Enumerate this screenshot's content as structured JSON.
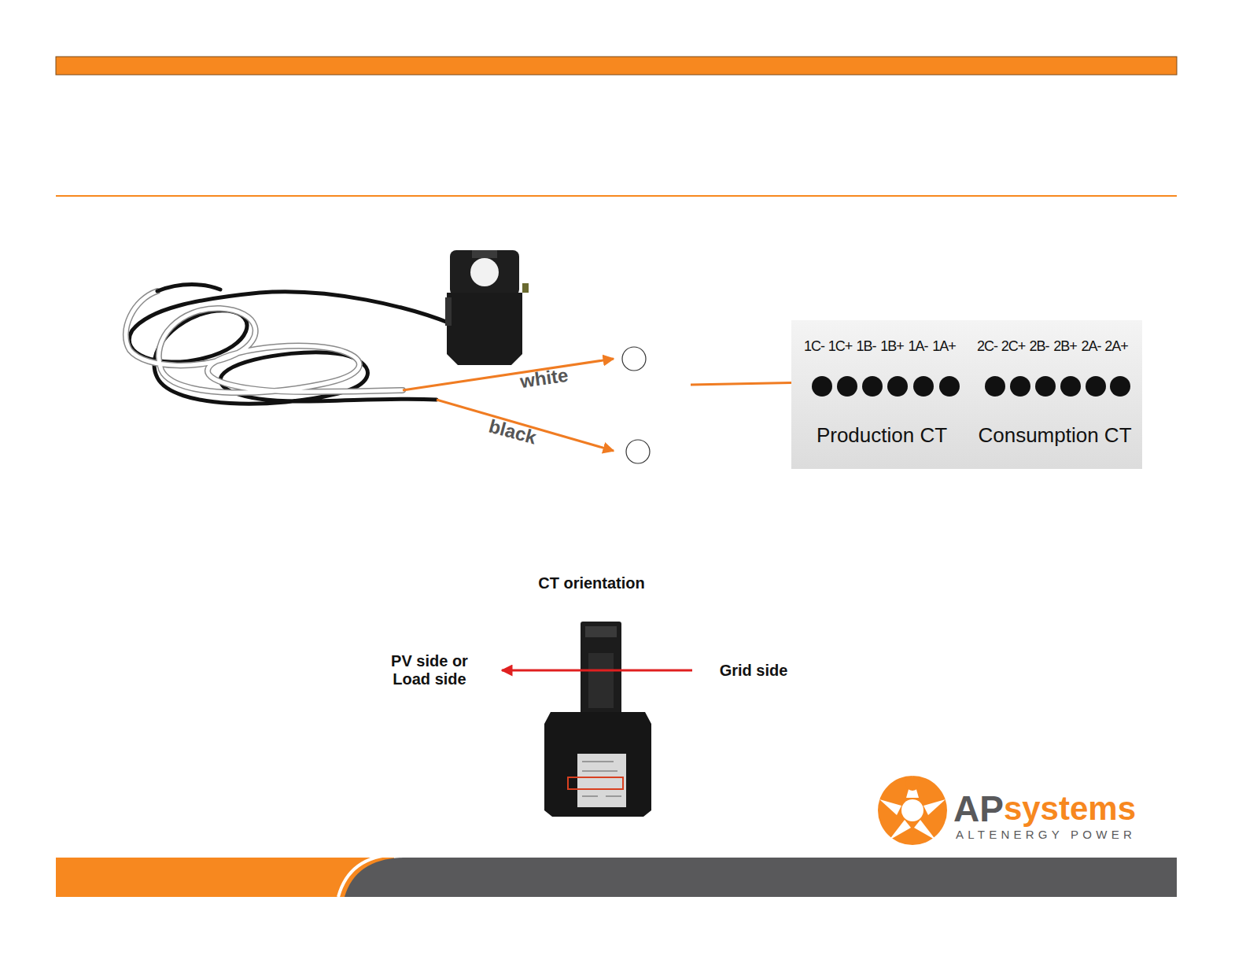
{
  "diagram": {
    "nodes": [
      {
        "text": [
          "Production CT",
          "Consumption CT"
        ]
      }
    ],
    "labels": [
      "white",
      "black",
      "1C-",
      "1C+",
      "1B-",
      "1B+",
      "1A-",
      "1A+",
      "2C-",
      "2C+",
      "2B-",
      "2B+",
      "2A-",
      "2A+",
      "CT orientation",
      "PV side or Load side",
      "Grid side",
      "AP",
      "systems",
      "ALTENERGY POWER"
    ]
  }
}
